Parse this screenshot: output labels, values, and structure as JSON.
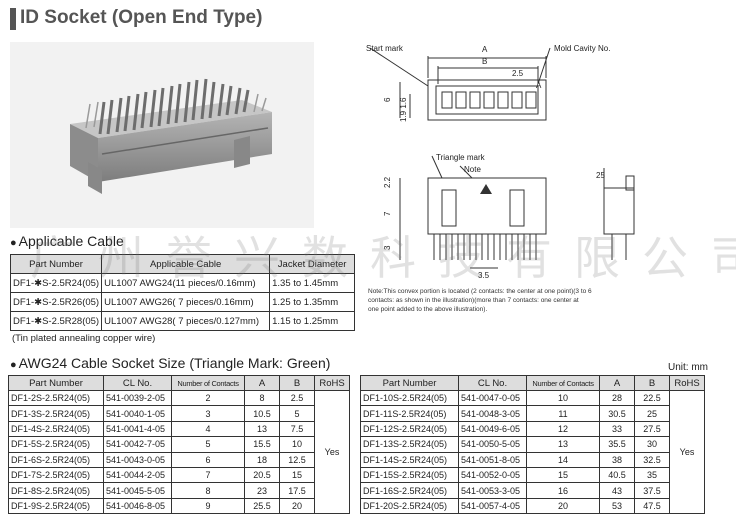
{
  "title": "ID Socket (Open End Type)",
  "drawing_labels": {
    "start_mark": "Start mark",
    "dim_a": "A",
    "mold_cavity": "Mold Cavity No.",
    "dim_b": "B",
    "pitch": "2.5",
    "dim_6": "6",
    "dim_1_9_1_6": "1.9 1.6",
    "corner_a": "A",
    "triangle_mark": "Triangle mark",
    "note_label": "Note",
    "dim_2_2": "2.2",
    "dim_7": "7",
    "dim_3": "3",
    "dim_3_5": "3.5",
    "dim_25": "25"
  },
  "drawing_note": {
    "prefix": "Note:",
    "line1": "This convex portion is located (2 contacts: the center at one point)(3 to 6",
    "line2": "contacts: as shown in the illustration)(more than 7 contacts: one center at",
    "line3": "one point added to the above illustration)."
  },
  "cable_section": {
    "heading": "Applicable Cable",
    "headers": [
      "Part Number",
      "Applicable Cable",
      "Jacket Diameter"
    ],
    "rows": [
      [
        "DF1-✱S-2.5R24(05)",
        "UL1007 AWG24(11 pieces/0.16mm)",
        "1.35 to 1.45mm"
      ],
      [
        "DF1-✱S-2.5R26(05)",
        "UL1007 AWG26( 7 pieces/0.16mm)",
        "1.25 to 1.35mm"
      ],
      [
        "DF1-✱S-2.5R28(05)",
        "UL1007 AWG28( 7 pieces/0.127mm)",
        "1.15 to 1.25mm"
      ]
    ],
    "note": "(Tin plated annealing copper wire)"
  },
  "size_section": {
    "heading": "AWG24 Cable Socket Size (Triangle Mark:  Green)",
    "unit": "Unit: mm",
    "headers": [
      "Part Number",
      "CL No.",
      "Number of Contacts",
      "A",
      "B",
      "RoHS"
    ],
    "rohs": "Yes",
    "left_rows": [
      [
        "DF1-2S-2.5R24(05)",
        "541-0039-2-05",
        "2",
        "8",
        "2.5"
      ],
      [
        "DF1-3S-2.5R24(05)",
        "541-0040-1-05",
        "3",
        "10.5",
        "5"
      ],
      [
        "DF1-4S-2.5R24(05)",
        "541-0041-4-05",
        "4",
        "13",
        "7.5"
      ],
      [
        "DF1-5S-2.5R24(05)",
        "541-0042-7-05",
        "5",
        "15.5",
        "10"
      ],
      [
        "DF1-6S-2.5R24(05)",
        "541-0043-0-05",
        "6",
        "18",
        "12.5"
      ],
      [
        "DF1-7S-2.5R24(05)",
        "541-0044-2-05",
        "7",
        "20.5",
        "15"
      ],
      [
        "DF1-8S-2.5R24(05)",
        "541-0045-5-05",
        "8",
        "23",
        "17.5"
      ],
      [
        "DF1-9S-2.5R24(05)",
        "541-0046-8-05",
        "9",
        "25.5",
        "20"
      ]
    ],
    "right_rows": [
      [
        "DF1-10S-2.5R24(05)",
        "541-0047-0-05",
        "10",
        "28",
        "22.5"
      ],
      [
        "DF1-11S-2.5R24(05)",
        "541-0048-3-05",
        "11",
        "30.5",
        "25"
      ],
      [
        "DF1-12S-2.5R24(05)",
        "541-0049-6-05",
        "12",
        "33",
        "27.5"
      ],
      [
        "DF1-13S-2.5R24(05)",
        "541-0050-5-05",
        "13",
        "35.5",
        "30"
      ],
      [
        "DF1-14S-2.5R24(05)",
        "541-0051-8-05",
        "14",
        "38",
        "32.5"
      ],
      [
        "DF1-15S-2.5R24(05)",
        "541-0052-0-05",
        "15",
        "40.5",
        "35"
      ],
      [
        "DF1-16S-2.5R24(05)",
        "541-0053-3-05",
        "16",
        "43",
        "37.5"
      ],
      [
        "DF1-20S-2.5R24(05)",
        "541-0057-4-05",
        "20",
        "53",
        "47.5"
      ]
    ]
  },
  "watermark": "广州誉兴数科技有限公司"
}
